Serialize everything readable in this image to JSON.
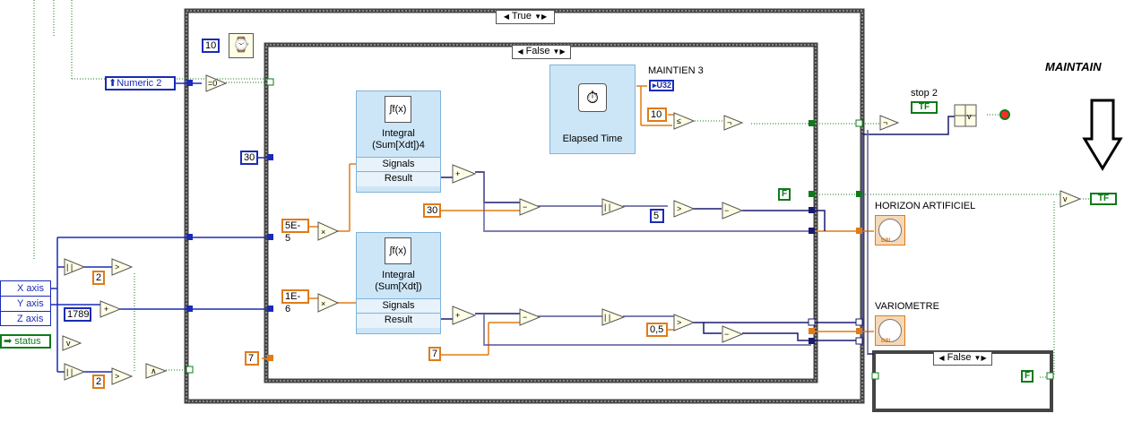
{
  "case_structures": {
    "outer_selector": "True",
    "inner_selector": "False",
    "small_selector": "False"
  },
  "controls": {
    "numeric2": "Numeric 2",
    "cluster_items": [
      "X axis",
      "Y axis",
      "Z axis"
    ],
    "status": "status"
  },
  "constants": {
    "wait_ms": "10",
    "c30_left": "30",
    "c5e5": "5E-5",
    "c1e6": "1E-6",
    "c7_left": "7",
    "c30_mid": "30",
    "c5": "5",
    "c7_bottom": "7",
    "c05": "0,5",
    "c10_top": "10",
    "c2_top": "2",
    "c2_bottom": "2",
    "c1789": "1789",
    "bool_f_mid": "F",
    "bool_f_small": "F",
    "u32": "U32"
  },
  "express_vis": {
    "integral1": {
      "title": "Integral\n(Sum[Xdt])4",
      "inputs": [
        "Signals",
        "Result"
      ]
    },
    "integral2": {
      "title": "Integral\n(Sum[Xdt])",
      "inputs": [
        "Signals",
        "Result"
      ]
    },
    "elapsed": {
      "title": "Elapsed Time"
    }
  },
  "indicators": {
    "maintien3": "MAINTIEN 3",
    "stop2": "stop 2",
    "stop2_tf": "TF",
    "horizon": "HORIZON ARTIFICIEL",
    "variometre": "VARIOMETRE",
    "maintain_label": "MAINTAIN",
    "output_tf": "TF",
    "gauge_unit": "DBL"
  },
  "colors": {
    "orange_wire": "#e07b16",
    "blue_wire": "#1a2bb5",
    "green_wire": "#0e7a1a",
    "dark_wire": "#1a1a6e"
  }
}
